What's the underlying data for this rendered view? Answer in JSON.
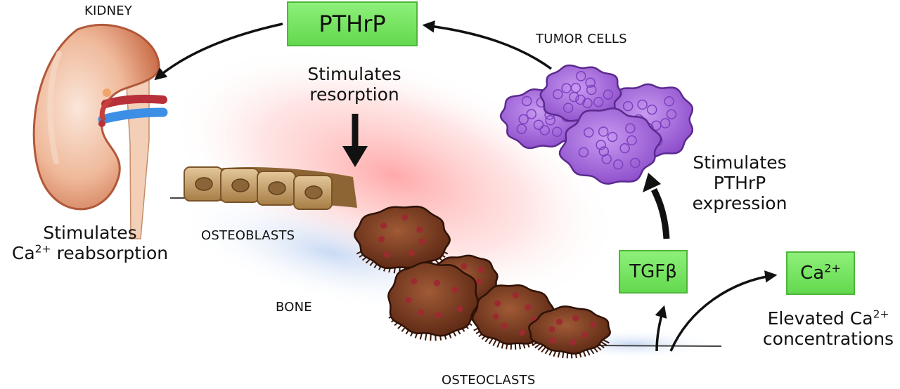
{
  "labels": {
    "kidney": "KIDNEY",
    "tumor_cells": "TUMOR CELLS",
    "osteoblasts": "OSTEOBLASTS",
    "bone": "BONE",
    "osteoclasts": "OSTEOCLASTS"
  },
  "boxes": {
    "pthrp": "PTHrP",
    "tgfb": "TGFβ",
    "calcium_base": "Ca",
    "calcium_charge": "2+"
  },
  "captions": {
    "stimulates_resorption": [
      "Stimulates",
      "resorption"
    ],
    "stimulates_pthrp": [
      "Stimulates",
      "PTHrP",
      "expression"
    ],
    "reabsorption_line1": "Stimulates",
    "reabsorption_ca": "Ca",
    "reabsorption_charge": "2+",
    "reabsorption_rest": " reabsorption",
    "elevated_text": "Elevated Ca",
    "elevated_charge": "2+",
    "elevated_line2": "concentrations"
  },
  "colors": {
    "box_fill": "#74e35e",
    "tumor": "#a061d6",
    "osteoclast": "#6a3218",
    "osteoblast": "#c9a26a",
    "kidney": "#d98a66"
  }
}
